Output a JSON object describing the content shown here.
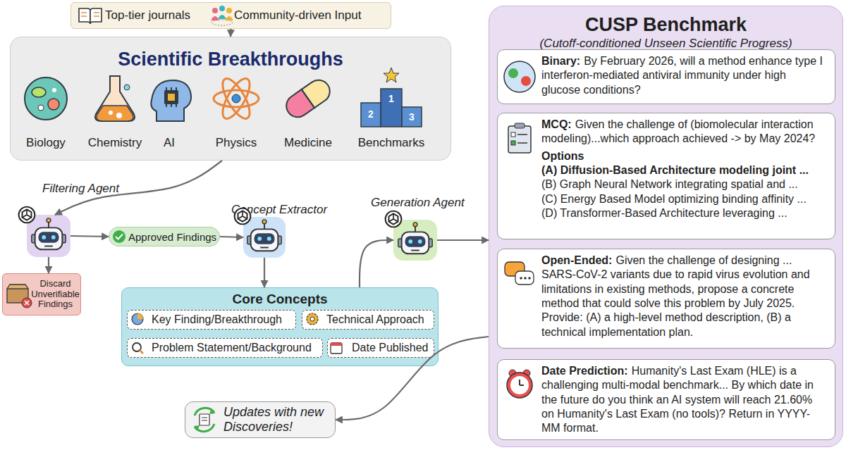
{
  "diagram": {
    "nodes": [
      {
        "text": [
          "Top-tier journals",
          "Community-driven Input"
        ]
      },
      {
        "text": [
          "Scientific Breakthroughs"
        ]
      },
      {
        "text": [
          "Biology"
        ],
        "in": 1
      },
      {
        "text": [
          "Chemistry"
        ],
        "in": 1
      },
      {
        "text": [
          "AI"
        ],
        "in": 1
      },
      {
        "text": [
          "Physics"
        ],
        "in": 1
      },
      {
        "text": [
          "Medicine"
        ],
        "in": 1
      },
      {
        "text": [
          "Benchmarks"
        ],
        "in": 1
      },
      {
        "text": [
          "Filtering Agent"
        ]
      },
      {
        "text": [
          "Discard Unverifiable Findings"
        ]
      },
      {
        "text": [
          "Approved Findings"
        ]
      },
      {
        "text": [
          "Concept Extractor"
        ]
      },
      {
        "text": [
          "Core Concepts"
        ]
      },
      {
        "text": [
          "Key Finding/Breakthrough"
        ],
        "in": 12
      },
      {
        "text": [
          "Technical Approach"
        ],
        "in": 12
      },
      {
        "text": [
          "Problem Statement/Background"
        ],
        "in": 12
      },
      {
        "text": [
          "Date Published"
        ],
        "in": 12
      },
      {
        "text": [
          "Generation Agent"
        ]
      },
      {
        "text": [
          "CUSP Benchmark",
          "(Cutoff-conditioned Unseen Scientific Progress)"
        ]
      },
      {
        "text": [
          "Binary:",
          "By February 2026, will a method enhance type I interferon-mediated antiviral immunity under high glucose conditions?"
        ],
        "in": 18
      },
      {
        "text": [
          "MCQ:",
          "Given the challenge of (biomolecular interaction modeling)...which approach achieved -> by May 2024?",
          "Options",
          "(A) Diffusion-Based Architecture modeling joint ...",
          "(B) Graph Neural Network integrating spatial and ...",
          "(C) Energy Based Model optimizing binding affinity ...",
          "(D) Transformer-Based Architecture leveraging ..."
        ],
        "in": 18
      },
      {
        "text": [
          "Open-Ended:",
          "Given the challenge of designing ... SARS-CoV-2 variants due to rapid virus evolution and limitations in existing methods, propose a concrete method that could solve this problem by July 2025. Provide: (A) a high-level method description, (B) a technical implementation plan."
        ],
        "in": 18
      },
      {
        "text": [
          "Date Prediction:",
          "Humanity's Last Exam (HLE) is a challenging multi-modal benchmark... By which date in the future do you think an AI system will reach 21.60% on Humanity's Last Exam (no tools)? Return in YYYY-MM format."
        ],
        "in": 18
      },
      {
        "text": [
          "Updates with new Discoveries!"
        ]
      }
    ],
    "edges": [
      {
        "from": 0,
        "to": 1,
        "arrow": "to"
      },
      {
        "from": 1,
        "to": 8,
        "arrow": "to"
      },
      {
        "from": 8,
        "to": 10,
        "arrow": "to"
      },
      {
        "from": 10,
        "to": 11,
        "arrow": "to"
      },
      {
        "from": 8,
        "to": 9,
        "arrow": "to"
      },
      {
        "from": 11,
        "to": 12,
        "arrow": "to"
      },
      {
        "from": 12,
        "to": 17,
        "arrow": "to"
      },
      {
        "from": 17,
        "to": 18,
        "arrow": "to"
      },
      {
        "from": 18,
        "to": 23,
        "arrow": "to"
      }
    ],
    "labels": [
      "1",
      "2",
      "3"
    ]
  }
}
